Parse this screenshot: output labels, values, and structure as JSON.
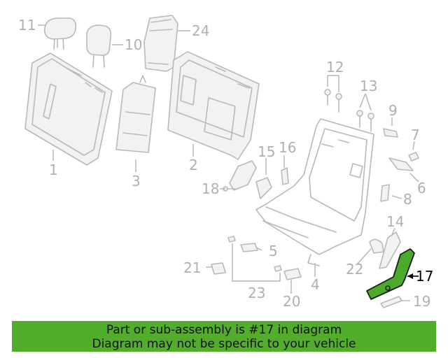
{
  "diagram": {
    "labels": [
      "1",
      "2",
      "3",
      "4",
      "5",
      "6",
      "7",
      "8",
      "9",
      "10",
      "11",
      "12",
      "13",
      "14",
      "15",
      "16",
      "17",
      "18",
      "19",
      "20",
      "21",
      "22",
      "23",
      "24"
    ],
    "highlighted_part": "17",
    "highlight_color": "#4caa2a"
  },
  "banner": {
    "line1": "Part or sub-assembly is #17 in diagram",
    "line2": "Diagram may not be specific to your vehicle",
    "background": "#52ad2a"
  }
}
